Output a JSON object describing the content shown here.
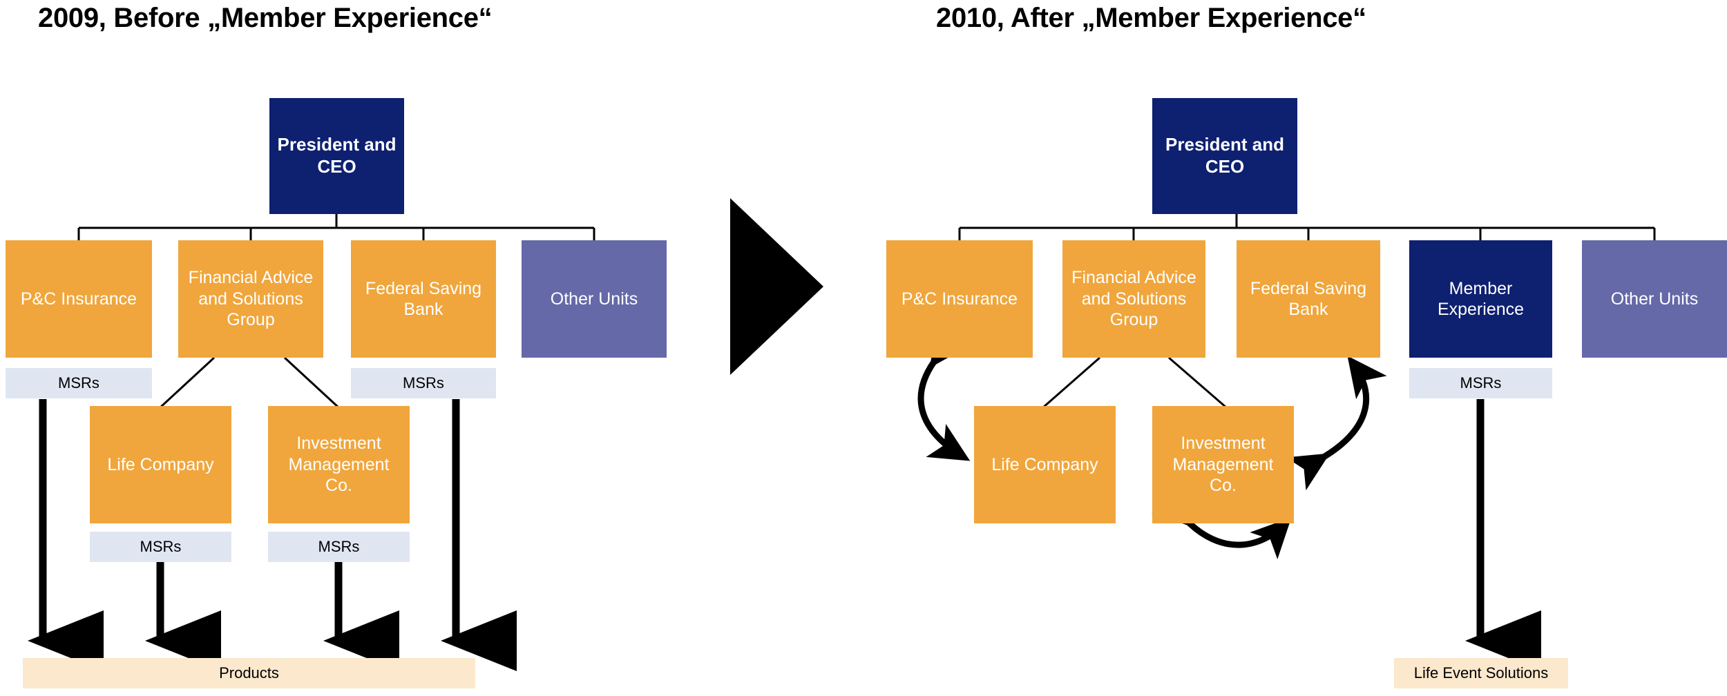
{
  "panels": {
    "left": {
      "title": "2009, Before „Member Experience“",
      "ceo": "President and CEO",
      "units": [
        {
          "label": "P&C Insurance",
          "color": "#f0a63c",
          "msrs": "MSRs"
        },
        {
          "label": "Financial Advice and Solutions Group",
          "color": "#f0a63c",
          "msrs": null
        },
        {
          "label": "Federal Saving Bank",
          "color": "#f0a63c",
          "msrs": "MSRs"
        },
        {
          "label": "Other Units",
          "color": "#6569a8",
          "msrs": null
        }
      ],
      "subsidiaries": [
        {
          "label": "Life Company",
          "color": "#f0a63c",
          "msrs": "MSRs"
        },
        {
          "label": "Investment Management Co.",
          "color": "#f0a63c",
          "msrs": "MSRs"
        }
      ],
      "outcome_bar": "Products"
    },
    "right": {
      "title": "2010, After „Member Experience“",
      "ceo": "President and CEO",
      "units": [
        {
          "label": "P&C Insurance",
          "color": "#f0a63c",
          "msrs": null
        },
        {
          "label": "Financial Advice and Solutions Group",
          "color": "#f0a63c",
          "msrs": null
        },
        {
          "label": "Federal Saving Bank",
          "color": "#f0a63c",
          "msrs": null
        },
        {
          "label": "Member Experience",
          "color": "#0e2070",
          "msrs": "MSRs"
        },
        {
          "label": "Other Units",
          "color": "#6569a8",
          "msrs": null
        }
      ],
      "subsidiaries": [
        {
          "label": "Life Company",
          "color": "#f0a63c",
          "msrs": null
        },
        {
          "label": "Investment Management Co.",
          "color": "#f0a63c",
          "msrs": null
        }
      ],
      "outcome_bar": "Life Event Solutions"
    }
  },
  "colors": {
    "navy": "#0e2070",
    "orange": "#f0a63c",
    "purple": "#6569a8",
    "msrs_bg": "#dfe6f2",
    "outcome_bg": "#fbe8cd",
    "line": "#000000",
    "text_dark": "#000000",
    "text_light": "#ffffff",
    "background": "#ffffff"
  },
  "transition_marker": "play-triangle-right"
}
